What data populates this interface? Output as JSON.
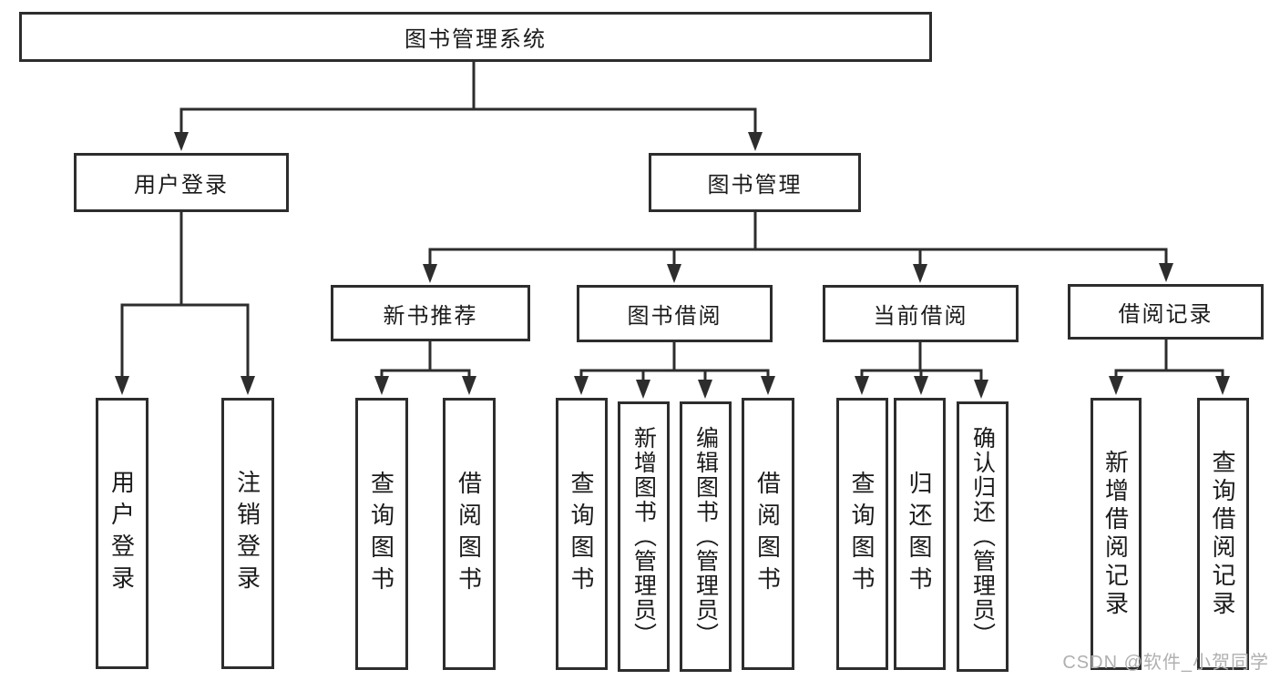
{
  "tree": {
    "root": {
      "label": "图书管理系统"
    },
    "children": [
      {
        "label": "用户登录",
        "children": [
          {
            "label": "用户登录"
          },
          {
            "label": "注销登录"
          }
        ]
      },
      {
        "label": "图书管理",
        "children": [
          {
            "label": "新书推荐",
            "children": [
              {
                "label": "查询图书"
              },
              {
                "label": "借阅图书"
              }
            ]
          },
          {
            "label": "图书借阅",
            "children": [
              {
                "label": "查询图书"
              },
              {
                "label": "新增图书（管理员）"
              },
              {
                "label": "编辑图书（管理员）"
              },
              {
                "label": "借阅图书"
              }
            ]
          },
          {
            "label": "当前借阅",
            "children": [
              {
                "label": "查询图书"
              },
              {
                "label": "归还图书"
              },
              {
                "label": "确认归还（管理员）"
              }
            ]
          },
          {
            "label": "借阅记录",
            "children": [
              {
                "label": "新增借阅记录"
              },
              {
                "label": "查询借阅记录"
              }
            ]
          }
        ]
      }
    ]
  },
  "watermark": {
    "text": "CSDN @软件_小贺同学"
  },
  "colors": {
    "line": "#2d2d2d",
    "text": "#1b1b1b",
    "watermark": "#b0b0b0",
    "background": "#ffffff"
  }
}
